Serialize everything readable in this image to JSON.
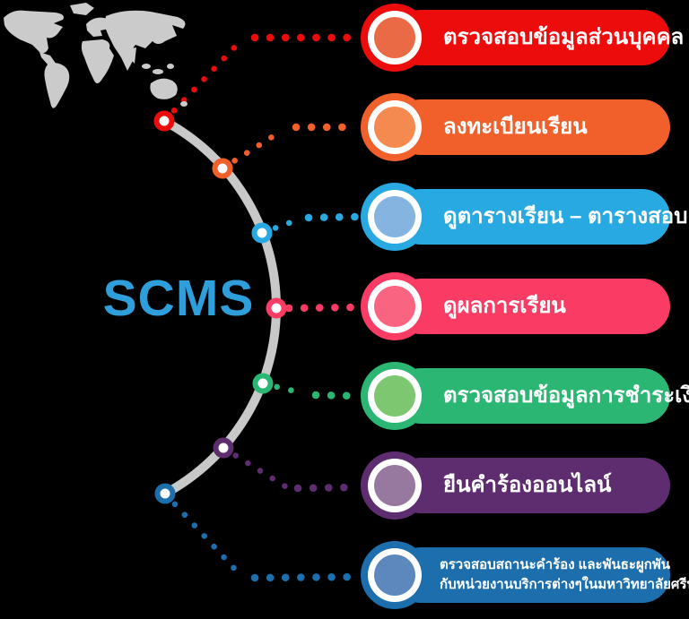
{
  "title": "SCMS",
  "items": [
    {
      "label": "ตรวจสอบข้อมูลส่วนบุคคล",
      "pill_color": "#ED0C0C",
      "inner_color": "#EA6A45"
    },
    {
      "label": "ลงทะเบียนเรียน",
      "pill_color": "#F15F2B",
      "inner_color": "#F58A50"
    },
    {
      "label": "ดูตารางเรียน – ตารางสอบ",
      "pill_color": "#29A9E1",
      "inner_color": "#85B4E0"
    },
    {
      "label": "ดูผลการเรียน",
      "pill_color": "#FA3B64",
      "inner_color": "#F96480"
    },
    {
      "label": "ตรวจสอบข้อมูลการชำระเงิน",
      "pill_color": "#2BB673",
      "inner_color": "#7DC771"
    },
    {
      "label": "ยืนคำร้องออนไลน์",
      "pill_color": "#5D2D6F",
      "inner_color": "#97799F"
    },
    {
      "label": "ตรวจสอบสถานะคำร้อง และพันธะผูกพัน",
      "label2": "กับหน่วยงานบริการต่างๆในมหาวิทยาลัยศรีปทุม",
      "pill_color": "#1C6EAD",
      "inner_color": "#5C88BE"
    }
  ],
  "colors": {
    "background": "#000000",
    "arc": "#C8C8C8",
    "map": "#CBCBCB",
    "title": "#2E9FDA"
  }
}
